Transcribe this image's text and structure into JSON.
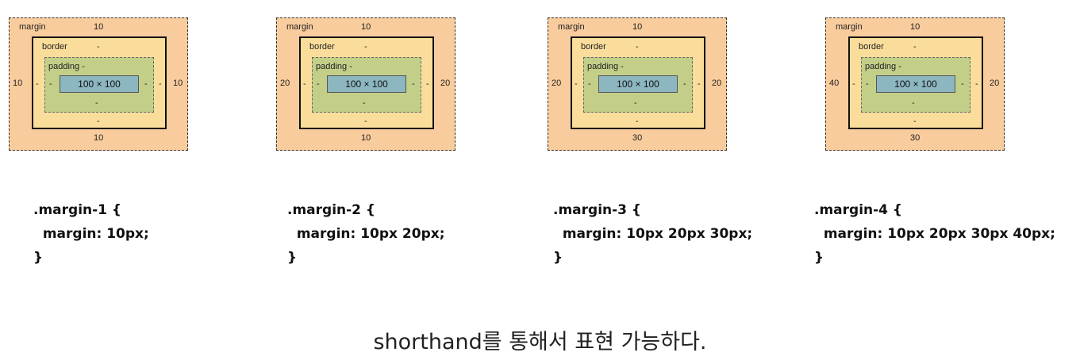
{
  "colors": {
    "margin": "#f9cc9d",
    "border": "#fbdd9b",
    "padding": "#c3cf89",
    "content": "#8cb6c0"
  },
  "boxes": [
    {
      "margin_label": "margin",
      "border_label": "border",
      "padding_label": "padding -",
      "content": "100 × 100",
      "margin_top": "10",
      "margin_right": "10",
      "margin_bottom": "10",
      "margin_left": "10",
      "border_top": "-",
      "border_right": "-",
      "border_bottom": "-",
      "border_left": "-",
      "padding_right": "-",
      "padding_bottom": "-",
      "padding_left": "-",
      "code": [
        ".margin-1 {",
        "  margin: 10px;",
        "}"
      ]
    },
    {
      "margin_label": "margin",
      "border_label": "border",
      "padding_label": "padding -",
      "content": "100 × 100",
      "margin_top": "10",
      "margin_right": "20",
      "margin_bottom": "10",
      "margin_left": "20",
      "border_top": "-",
      "border_right": "-",
      "border_bottom": "-",
      "border_left": "-",
      "padding_right": "-",
      "padding_bottom": "-",
      "padding_left": "-",
      "code": [
        ".margin-2 {",
        "  margin: 10px 20px;",
        "}"
      ]
    },
    {
      "margin_label": "margin",
      "border_label": "border",
      "padding_label": "padding -",
      "content": "100 × 100",
      "margin_top": "10",
      "margin_right": "20",
      "margin_bottom": "30",
      "margin_left": "20",
      "border_top": "-",
      "border_right": "-",
      "border_bottom": "-",
      "border_left": "-",
      "padding_right": "-",
      "padding_bottom": "-",
      "padding_left": "-",
      "code": [
        ".margin-3 {",
        "  margin: 10px 20px 30px;",
        "}"
      ]
    },
    {
      "margin_label": "margin",
      "border_label": "border",
      "padding_label": "padding -",
      "content": "100 × 100",
      "margin_top": "10",
      "margin_right": "20",
      "margin_bottom": "30",
      "margin_left": "40",
      "border_top": "-",
      "border_right": "-",
      "border_bottom": "-",
      "border_left": "-",
      "padding_right": "-",
      "padding_bottom": "-",
      "padding_left": "-",
      "code": [
        ".margin-4 {",
        "  margin: 10px 20px 30px 40px;",
        "}"
      ]
    }
  ],
  "caption": "shorthand를 통해서 표현 가능하다."
}
